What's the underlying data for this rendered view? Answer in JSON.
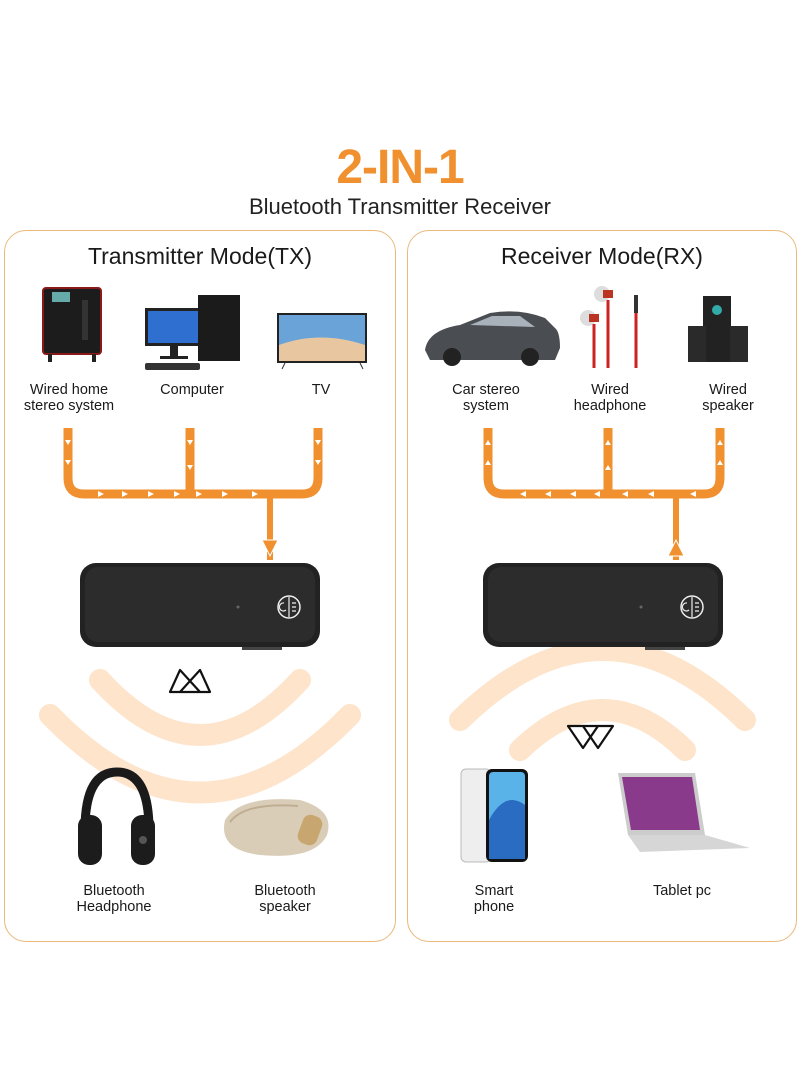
{
  "header": {
    "title": "2-IN-1",
    "subtitle": "Bluetooth Transmitter Receiver"
  },
  "colors": {
    "accent": "#f0902e",
    "wave": "#fde4cb",
    "border": "#e9b97c",
    "device": "#2a2a2a"
  },
  "transmitter": {
    "title": "Transmitter Mode(TX)",
    "sources": [
      {
        "label_1": "Wired home",
        "label_2": "stereo system",
        "icon": "stereo-tower-icon"
      },
      {
        "label_1": "Computer",
        "label_2": "",
        "icon": "desktop-computer-icon"
      },
      {
        "label_1": "TV",
        "label_2": "",
        "icon": "tv-icon"
      }
    ],
    "outputs": [
      {
        "label_1": "Bluetooth",
        "label_2": "Headphone",
        "icon": "headphones-icon"
      },
      {
        "label_1": "Bluetooth",
        "label_2": "speaker",
        "icon": "speaker-icon"
      }
    ]
  },
  "receiver": {
    "title": "Receiver Mode(RX)",
    "outputs": [
      {
        "label_1": "Car stereo",
        "label_2": "system",
        "icon": "car-icon"
      },
      {
        "label_1": "Wired",
        "label_2": "headphone",
        "icon": "earphones-icon"
      },
      {
        "label_1": "Wired",
        "label_2": "speaker",
        "icon": "speaker-system-icon"
      }
    ],
    "sources": [
      {
        "label_1": "Smart",
        "label_2": "phone",
        "icon": "smartphone-icon"
      },
      {
        "label_1": "Tablet pc",
        "label_2": "",
        "icon": "laptop-icon"
      }
    ]
  }
}
